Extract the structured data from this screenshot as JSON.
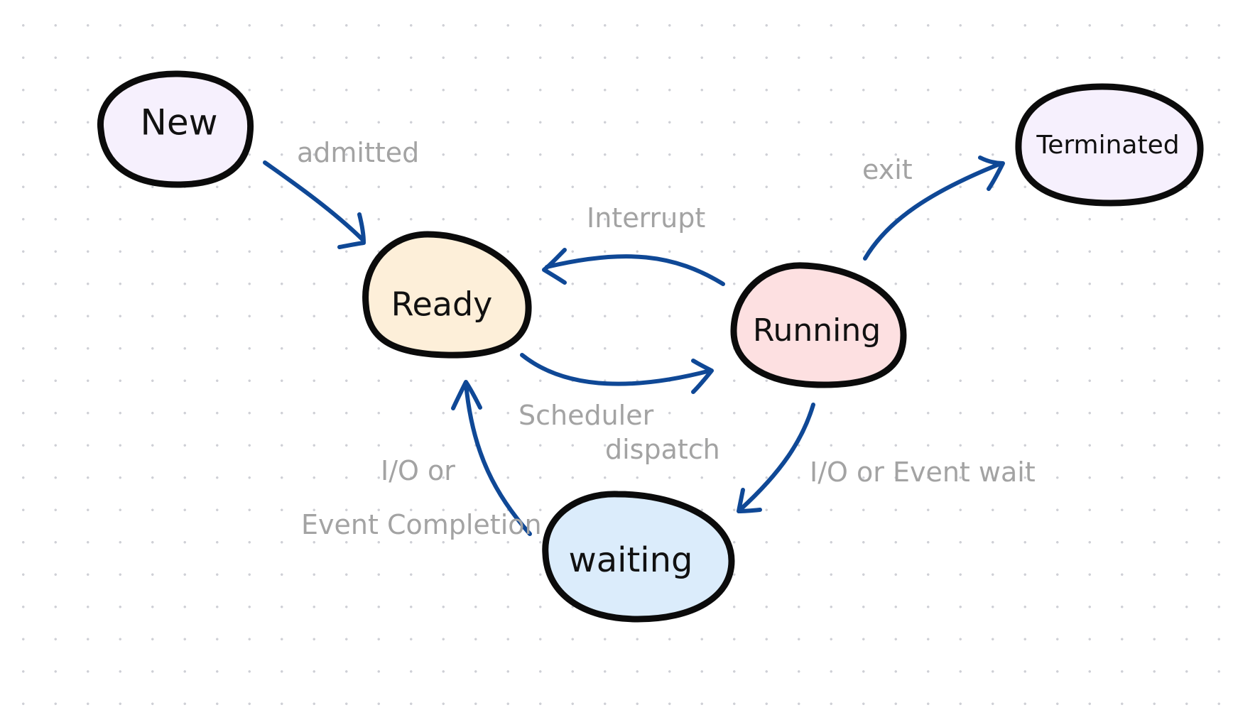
{
  "diagram": {
    "type": "state-transition",
    "nodes": [
      {
        "id": "new",
        "label": "New",
        "fill": "#f6f0fd"
      },
      {
        "id": "ready",
        "label": "Ready",
        "fill": "#fdefd9"
      },
      {
        "id": "running",
        "label": "Running",
        "fill": "#fde0e1"
      },
      {
        "id": "terminated",
        "label": "Terminated",
        "fill": "#f6f0fd"
      },
      {
        "id": "waiting",
        "label": "waiting",
        "fill": "#dbecfb"
      }
    ],
    "edges": [
      {
        "from": "new",
        "to": "ready",
        "label": "admitted"
      },
      {
        "from": "running",
        "to": "ready",
        "label": "Interrupt"
      },
      {
        "from": "ready",
        "to": "running",
        "label_line1": "Scheduler",
        "label_line2": "dispatch"
      },
      {
        "from": "running",
        "to": "terminated",
        "label": "exit"
      },
      {
        "from": "running",
        "to": "waiting",
        "label": "I/O or Event wait"
      },
      {
        "from": "waiting",
        "to": "ready",
        "label_line1": "I/O or",
        "label_line2": "Event Completion"
      }
    ],
    "colors": {
      "edge": "#0f4896",
      "outline": "#0b0b0b",
      "edge_label": "#a3a3a3",
      "grid_dot": "#cfd0d6"
    }
  }
}
